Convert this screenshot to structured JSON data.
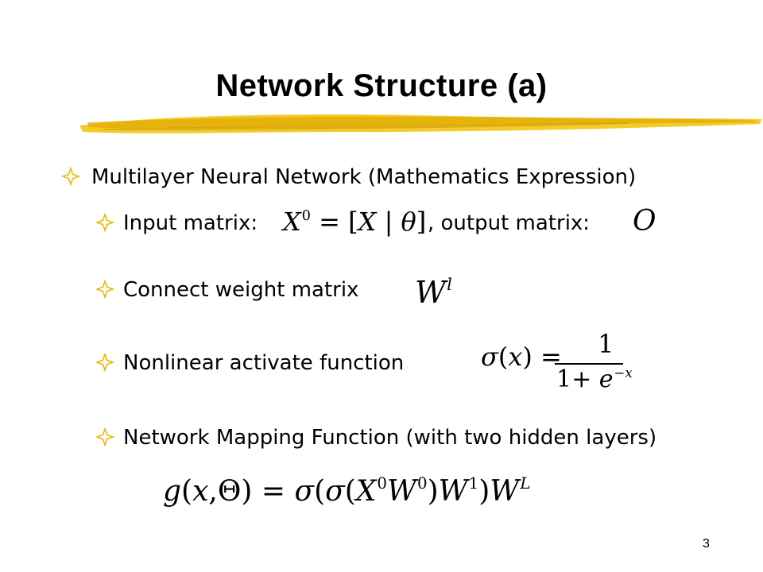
{
  "slide": {
    "title": "Network Structure (a)",
    "page_number": "3",
    "accent_color": "#e8b800",
    "bullets": {
      "level1": "Multilayer Neural Network (Mathematics Expression)",
      "input_label": "Input matrix:",
      "output_label": ", output matrix:",
      "weight_label": "Connect weight matrix",
      "activation_label": "Nonlinear activate function",
      "mapping_label": "Network Mapping Function (with two hidden layers)"
    },
    "formulas": {
      "input_matrix": "X⁰ = [X | θ]",
      "output_matrix": "O",
      "weight_matrix": "Wˡ",
      "sigmoid": "σ(x) = 1 / (1 + e^−x)",
      "mapping": "g(x,Θ) = σ(σ(X⁰W⁰)W¹)Wᴸ"
    },
    "bullet_icon": "star-outline-icon"
  }
}
